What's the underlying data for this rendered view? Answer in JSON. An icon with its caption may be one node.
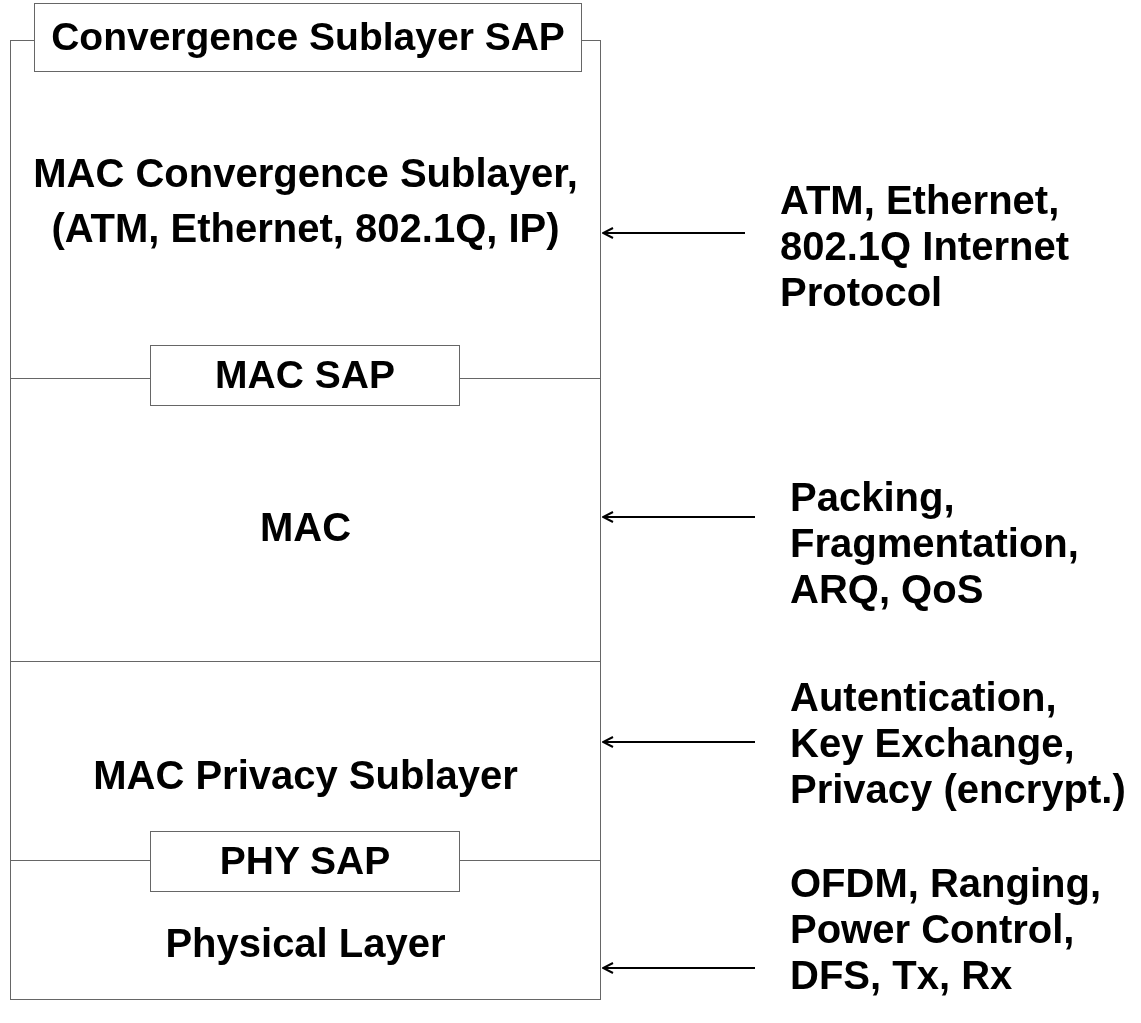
{
  "diagram": {
    "nodes": [
      {
        "text": [
          "Convergence Sublayer SAP"
        ]
      },
      {
        "text": [
          "MAC Convergence Sublayer, (ATM, Ethernet, 802.1Q, IP)"
        ]
      },
      {
        "text": [
          "MAC SAP"
        ]
      },
      {
        "text": [
          "MAC"
        ]
      },
      {
        "text": [
          "MAC Privacy Sublayer"
        ]
      },
      {
        "text": [
          "PHY SAP"
        ]
      },
      {
        "text": [
          "Physical Layer"
        ]
      },
      {
        "text": [
          "ATM, Ethernet, 802.1Q Internet Protocol"
        ]
      },
      {
        "text": [
          "Packing, Fragmentation, ARQ, QoS"
        ]
      },
      {
        "text": [
          "Autentication, Key Exchange, Privacy (encrypt.)"
        ]
      },
      {
        "text": [
          "OFDM, Ranging, Power Control, DFS, Tx, Rx"
        ]
      }
    ],
    "edges": [
      {
        "from": 7,
        "to": 1,
        "arrow": "to"
      },
      {
        "from": 8,
        "to": 3,
        "arrow": "to"
      },
      {
        "from": 9,
        "to": 4,
        "arrow": "to"
      },
      {
        "from": 10,
        "to": 6,
        "arrow": "to"
      }
    ]
  }
}
